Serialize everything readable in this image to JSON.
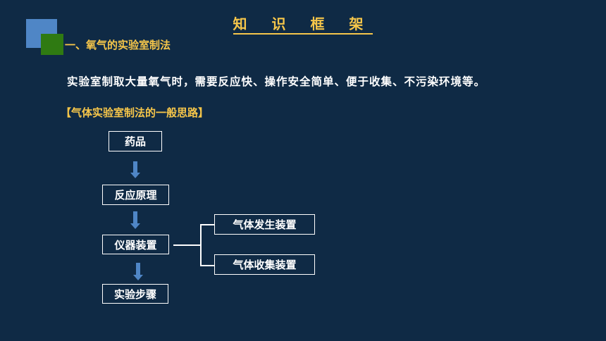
{
  "title": "知 识 框 架",
  "section_heading": "一、氧气的实验室制法",
  "intro": "实验室制取大量氧气时，需要反应快、操作安全简单、便于收集、不污染环境等。",
  "subheading": "【气体实验室制法的一般思路】",
  "flow": {
    "step1": "药品",
    "step2": "反应原理",
    "step3": "仪器装置",
    "step4": "实验步骤",
    "branch1": "气体发生装置",
    "branch2": "气体收集装置"
  },
  "colors": {
    "background": "#0f2a45",
    "accent": "#f6c64a",
    "arrow": "#4f86c6"
  }
}
